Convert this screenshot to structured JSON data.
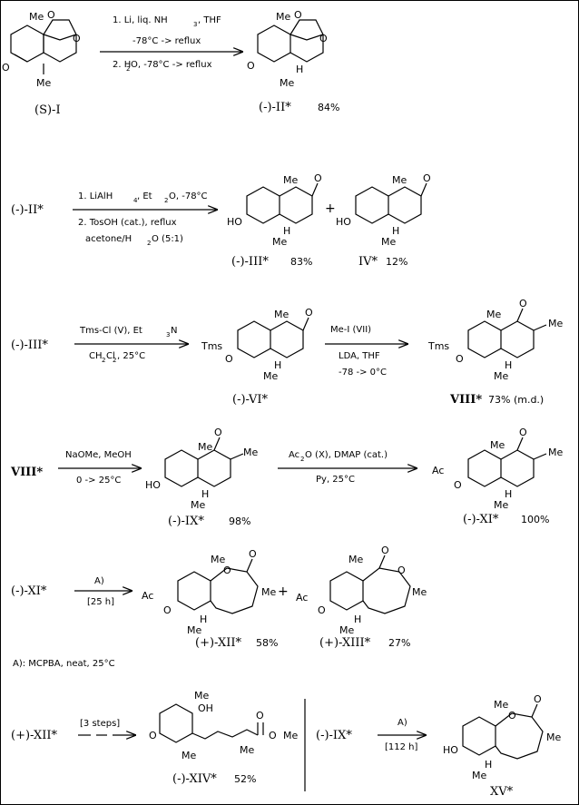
{
  "labels": {
    "me": "Me",
    "h": "H",
    "o": "O",
    "ho": "HO",
    "oh": "OH",
    "tms": "Tms",
    "ac": "Ac",
    "plus": "+"
  },
  "reactions": [
    {
      "id": "r1",
      "conditions": [
        "1. Li, liq. NH",
        "3",
        ", THF",
        "-78°C -> reflux",
        "2. H",
        "2",
        "O, -78°C -> reflux"
      ],
      "start_label": "(S)-I",
      "product_label": "(-)-II*",
      "product_yield": "84%"
    },
    {
      "id": "r2",
      "start_label": "(-)-II*",
      "conditions": [
        "1. LiAlH",
        "4",
        ", Et",
        "2",
        "O, -78°C",
        "2. TosOH (cat.), reflux",
        "acetone/H",
        "2",
        "O (5:1)"
      ],
      "product1_label": "(-)-III*",
      "product1_yield": "83%",
      "product2_label": "IV*",
      "product2_yield": "12%"
    },
    {
      "id": "r3",
      "start_label": "(-)-III*",
      "conditions_a": [
        "Tms-Cl (V), Et",
        "3",
        "N",
        "CH",
        "2",
        "Cl",
        "2",
        ", 25°C"
      ],
      "intermediate_label": "(-)-VI*",
      "conditions_b": [
        "Me-I (VII)",
        "LDA, THF",
        "-78 -> 0°C"
      ],
      "product_label": "VIII*",
      "product_yield": "73% (m.d.)"
    },
    {
      "id": "r4",
      "start_label": "VIII*",
      "conditions_a": [
        "NaOMe, MeOH",
        "0 -> 25°C"
      ],
      "intermediate_label": "(-)-IX*",
      "intermediate_yield": "98%",
      "conditions_b": [
        "Ac",
        "2",
        "O (X), DMAP (cat.)",
        "Py, 25°C"
      ],
      "product_label": "(-)-XI*",
      "product_yield": "100%"
    },
    {
      "id": "r5",
      "start_label": "(-)-XI*",
      "conditions": [
        "A)",
        "[25 h]"
      ],
      "product1_label": "(+)-XII*",
      "product1_yield": "58%",
      "product2_label": "(+)-XIII*",
      "product2_yield": "27%",
      "footnote": "A): MCPBA, neat, 25°C"
    },
    {
      "id": "r6",
      "start_label": "(+)-XII*",
      "conditions": [
        "[3 steps]"
      ],
      "product_label": "(-)-XIV*",
      "product_yield": "52%"
    },
    {
      "id": "r7",
      "start_label": "(-)-IX*",
      "conditions": [
        "A)",
        "[112 h]"
      ],
      "product_label": "XV*"
    }
  ]
}
